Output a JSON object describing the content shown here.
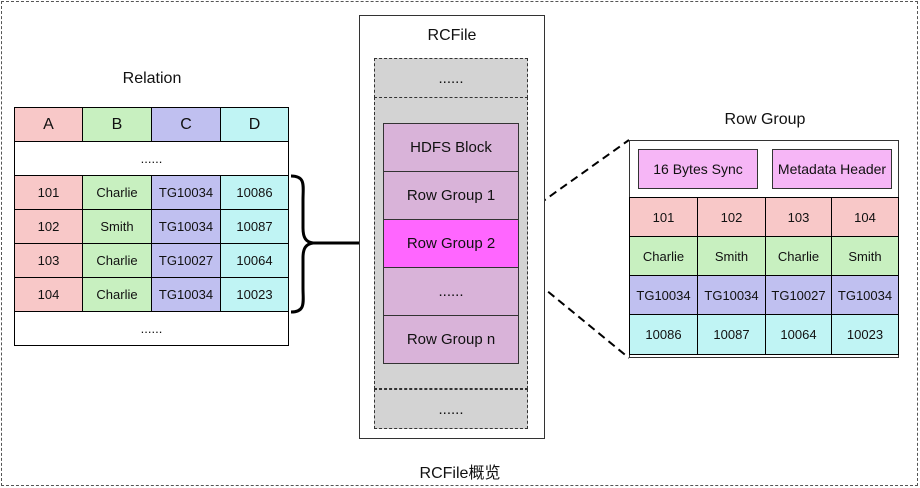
{
  "caption": "RCFile概览",
  "relation": {
    "title": "Relation",
    "headers": [
      "A",
      "B",
      "C",
      "D"
    ],
    "ellipsis_top": "......",
    "rows": [
      [
        "101",
        "Charlie",
        "TG10034",
        "10086"
      ],
      [
        "102",
        "Smith",
        "TG10034",
        "10087"
      ],
      [
        "103",
        "Charlie",
        "TG10027",
        "10064"
      ],
      [
        "104",
        "Charlie",
        "TG10034",
        "10023"
      ]
    ],
    "ellipsis_bottom": "......"
  },
  "rcfile": {
    "title": "RCFile",
    "top_dots": "......",
    "bottom_dots": "......",
    "blocks": [
      "HDFS Block",
      "Row Group 1",
      "Row Group 2",
      "......",
      "Row Group n"
    ]
  },
  "row_group": {
    "title": "Row Group",
    "sync": "16 Bytes Sync",
    "header": "Metadata Header",
    "columns": [
      [
        "101",
        "102",
        "103",
        "104"
      ],
      [
        "Charlie",
        "Smith",
        "Charlie",
        "Smith"
      ],
      [
        "TG10034",
        "TG10034",
        "TG10027",
        "TG10034"
      ],
      [
        "10086",
        "10087",
        "10064",
        "10023"
      ]
    ]
  },
  "colors": {
    "col_a": "#f8c8c8",
    "col_b": "#c8f0c0",
    "col_c": "#c0c0f0",
    "col_d": "#c0f4f4",
    "block": "#d9b3d9",
    "highlight": "#ff66ff",
    "sync_box": "#f6b6f6",
    "dashed_box": "#d3d3d3"
  }
}
